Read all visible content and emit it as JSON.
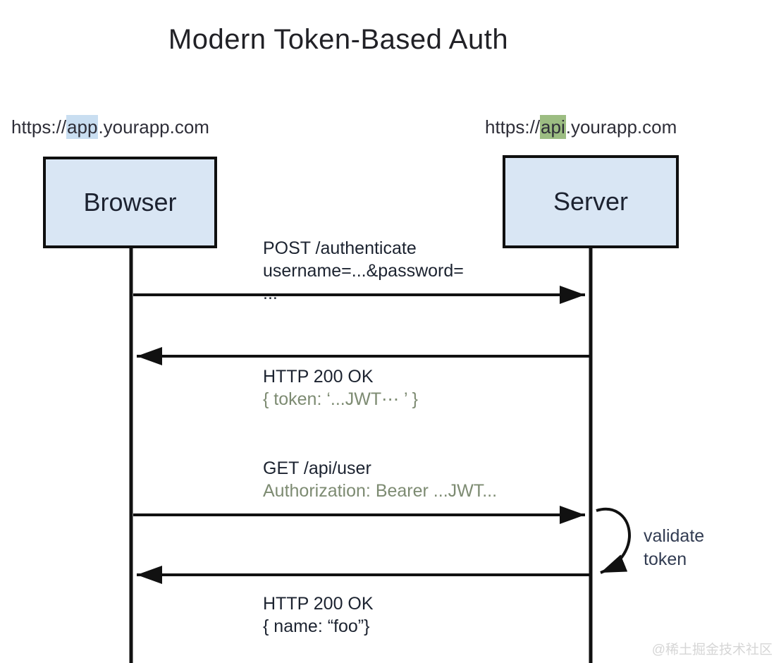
{
  "title": "Modern Token-Based Auth",
  "actors": {
    "browser": {
      "url_prefix": "https://",
      "url_highlight": "app",
      "url_suffix": ".yourapp.com",
      "label": "Browser"
    },
    "server": {
      "url_prefix": "https://",
      "url_highlight": "api",
      "url_suffix": ".yourapp.com",
      "label": "Server"
    }
  },
  "messages": [
    {
      "from": "browser",
      "to": "server",
      "direction": "right",
      "line1": "POST /authenticate",
      "line2": "username=...&password=",
      "line3": "..."
    },
    {
      "from": "server",
      "to": "browser",
      "direction": "left",
      "line1": "HTTP 200 OK",
      "line2": "{ token: ‘...JWT⋯ ’ }"
    },
    {
      "from": "browser",
      "to": "server",
      "direction": "right",
      "line1": "GET /api/user",
      "line2": "Authorization: Bearer ...JWT..."
    },
    {
      "from": "server",
      "to": "browser",
      "direction": "left",
      "line1": "HTTP 200 OK",
      "line2": "{ name: “foo”}"
    }
  ],
  "self_loop": {
    "line1": "validate",
    "line2": "token"
  },
  "watermark": "@稀土掘金技术社区",
  "colors": {
    "actor_box_fill": "#d9e6f4",
    "actor_box_border": "#0f0f0f",
    "app_highlight": "#c9def1",
    "api_highlight": "#9cbd82",
    "primary_text": "#1c2330",
    "secondary_text": "#7d8b72",
    "line_color": "#111111",
    "watermark_color": "#d6d6d6"
  }
}
